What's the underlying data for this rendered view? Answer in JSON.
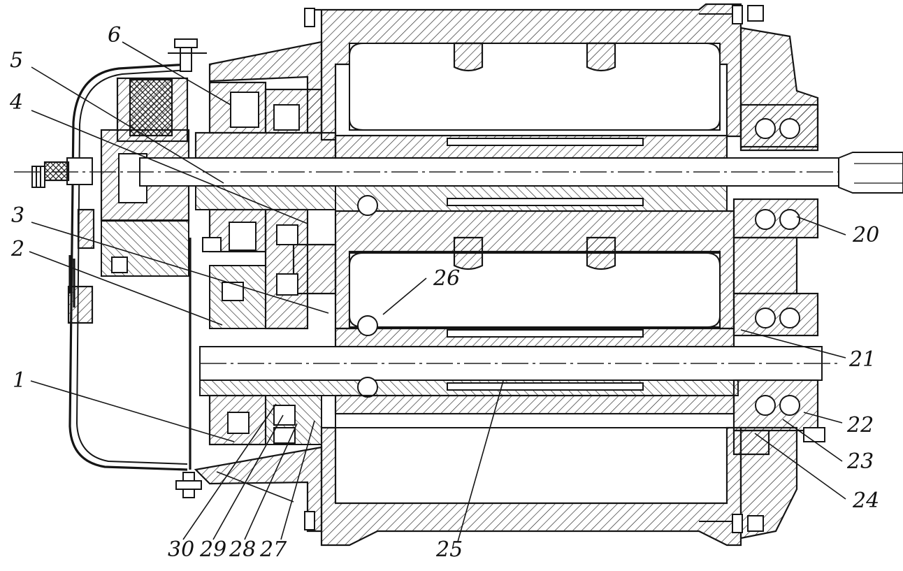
{
  "labels": {
    "l1": "1",
    "l2": "2",
    "l3": "3",
    "l4": "4",
    "l5": "5",
    "l6": "6",
    "l20": "20",
    "l21": "21",
    "l22": "22",
    "l23": "23",
    "l24": "24",
    "l25": "25",
    "l26": "26",
    "l27": "27",
    "l28": "28",
    "l29": "29",
    "l30": "30"
  }
}
